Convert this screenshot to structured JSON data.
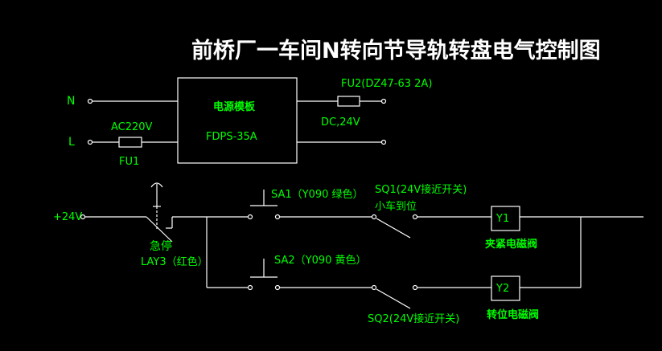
{
  "title": "前桥厂一车间N转向节导轨转盘电气控制图",
  "terminals": {
    "n": "N",
    "l": "L",
    "plus24": "+24V"
  },
  "power_module": {
    "name": "电源模板",
    "model": "FDPS-35A"
  },
  "fuses": {
    "fu1": "FU1",
    "fu1_rating": "AC220V",
    "fu2": "FU2(DZ47-63  2A)"
  },
  "output": "DC,24V",
  "emergency_stop": {
    "name": "急停",
    "model": "LAY3（红色）"
  },
  "sa1": "SA1（Y090 绿色）",
  "sa2": "SA2（Y090 黄色）",
  "sq1": {
    "name": "SQ1(24V接近开关)",
    "desc": "小车到位"
  },
  "sq2": "SQ2(24V接近开关)",
  "y1": {
    "tag": "Y1",
    "desc": "夹紧电磁阀"
  },
  "y2": {
    "tag": "Y2",
    "desc": "转位电磁阀"
  },
  "colors": {
    "background": "#000000",
    "wire": "#ffffff",
    "label": "#00ff00",
    "title": "#ffffff"
  }
}
